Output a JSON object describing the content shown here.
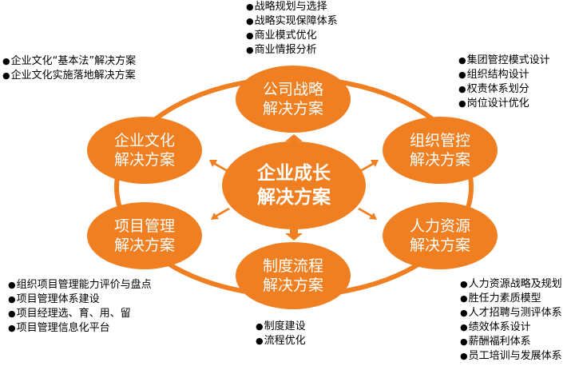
{
  "colors": {
    "accent": "#F07F22"
  },
  "center": {
    "line1": "企业成长",
    "line2": "解决方案"
  },
  "nodes": [
    {
      "line1": "公司战略",
      "line2": "解决方案"
    },
    {
      "line1": "组织管控",
      "line2": "解决方案"
    },
    {
      "line1": "人力资源",
      "line2": "解决方案"
    },
    {
      "line1": "制度流程",
      "line2": "解决方案"
    },
    {
      "line1": "项目管理",
      "line2": "解决方案"
    },
    {
      "line1": "企业文化",
      "line2": "解决方案"
    }
  ],
  "lists": {
    "strategy": [
      "战略规划与选择",
      "战略实现保障体系",
      "商业模式优化",
      "商业情报分析"
    ],
    "org": [
      "集团管控模式设计",
      "组织结构设计",
      "权责体系划分",
      "岗位设计优化"
    ],
    "hr": [
      "人力资源战略及规划",
      "胜任力素质模型",
      "人才招聘与测评体系",
      "绩效体系设计",
      "薪酬福利体系",
      "员工培训与发展体系"
    ],
    "system": [
      "制度建设",
      "流程优化"
    ],
    "project": [
      "组织项目管理能力评价与盘点",
      "项目管理体系建设",
      "项目经理选、育、用、留",
      "项目管理信息化平台"
    ],
    "culture": [
      "企业文化“基本法”解决方案",
      "企业文化实施落地解决方案"
    ]
  }
}
